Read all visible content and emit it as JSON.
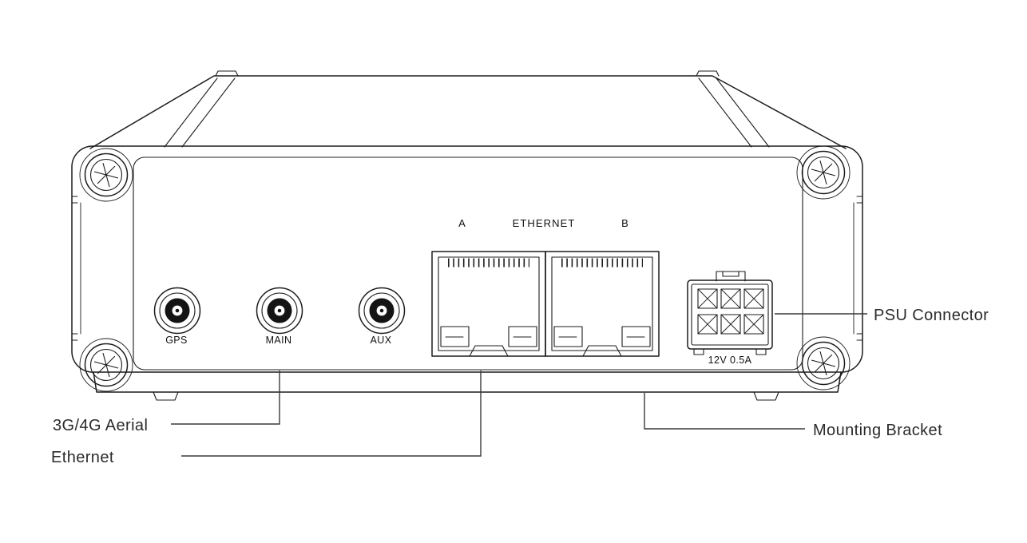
{
  "diagram": {
    "device_panel": {
      "antenna_ports": [
        {
          "id": "gps",
          "label": "GPS"
        },
        {
          "id": "main",
          "label": "MAIN"
        },
        {
          "id": "aux",
          "label": "AUX"
        }
      ],
      "ethernet": {
        "port_a_label": "A",
        "group_label": "ETHERNET",
        "port_b_label": "B"
      },
      "psu": {
        "rating_label": "12V 0.5A"
      }
    },
    "callouts": [
      {
        "id": "aerial",
        "label": "3G/4G Aerial"
      },
      {
        "id": "ethernet",
        "label": "Ethernet"
      },
      {
        "id": "psu",
        "label": "PSU Connector"
      },
      {
        "id": "bracket",
        "label": "Mounting Bracket"
      }
    ],
    "colors": {
      "line": "#1c1c1c",
      "label_text": "#2b2b2b",
      "background": "#ffffff",
      "connector_fill": "#141414"
    }
  }
}
